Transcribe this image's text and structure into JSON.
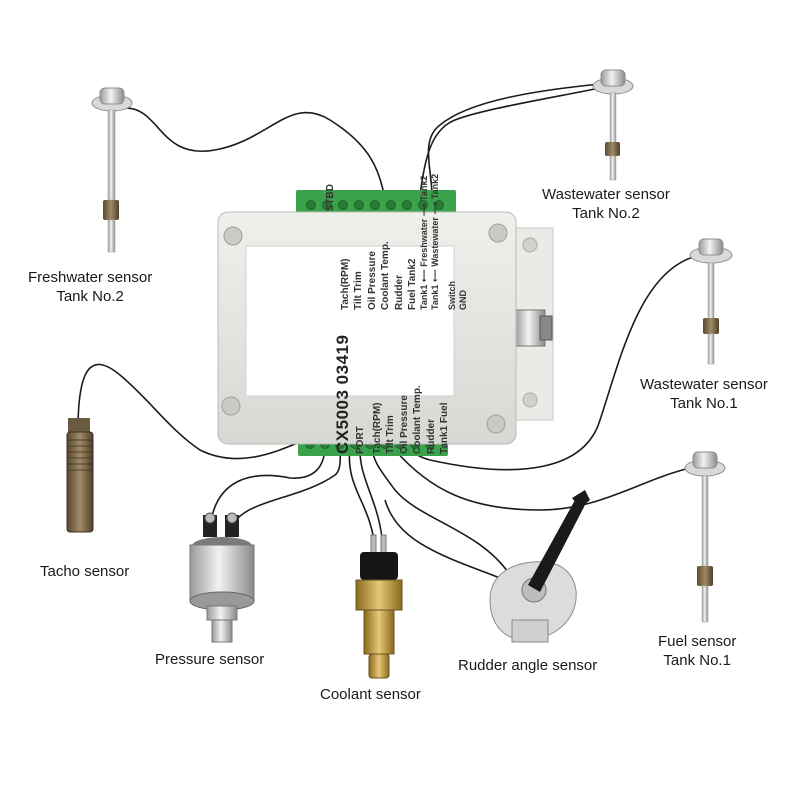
{
  "module": {
    "model": "CX5003 03419",
    "port_heading": "PORT",
    "stbd_heading": "STBD",
    "port_terminals": [
      "Tach(RPM)",
      "Tilt Trim",
      "Oil Pressure",
      "Coolant Temp.",
      "Rudder",
      "Tank1 Fuel",
      "Tank1 ⟵ Freshwater ⟶ Tank2",
      "Tank1 ⟵ Wastewater ⟶ Tank2",
      "Switch",
      "GND"
    ],
    "stbd_terminals": [
      "Tach(RPM)",
      "Tilt Trim",
      "Oil Pressure",
      "Coolant Temp.",
      "Rudder",
      "Fuel Tank2"
    ]
  },
  "labels": {
    "freshwater_tank2": [
      "Freshwater sensor",
      "Tank No.2"
    ],
    "wastewater_tank2": [
      "Wastewater sensor",
      "Tank No.2"
    ],
    "wastewater_tank1": [
      "Wastewater sensor",
      "Tank No.1"
    ],
    "fuel_tank1": [
      "Fuel sensor",
      "Tank No.1"
    ],
    "tacho": "Tacho sensor",
    "pressure": "Pressure sensor",
    "coolant": "Coolant sensor",
    "rudder": "Rudder angle sensor"
  },
  "colors": {
    "terminal_green": "#3aa24a",
    "housing": "#e6e8e4",
    "wire": "#1b1b1b",
    "brass": "#c7a24a"
  }
}
